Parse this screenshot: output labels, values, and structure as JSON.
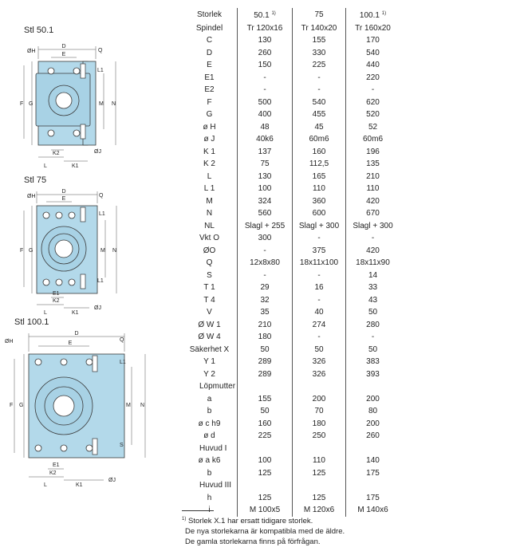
{
  "drawings": {
    "d1": {
      "title": "Stl 50.1",
      "labels": {
        "oh": "ØH",
        "e": "E",
        "d": "D",
        "q": "Q",
        "l1": "L1",
        "f": "F",
        "g": "G",
        "m": "M",
        "n": "N",
        "l": "L",
        "k2": "K2",
        "k1": "K1",
        "oj": "ØJ"
      }
    },
    "d2": {
      "title": "Stl 75",
      "labels": {
        "oh": "ØH",
        "e": "E",
        "d": "D",
        "q": "Q",
        "l1": "L1",
        "f": "F",
        "g": "G",
        "m": "M",
        "n": "N",
        "l": "L",
        "k2": "K2",
        "k1": "K1",
        "oj": "ØJ",
        "e1": "E1"
      }
    },
    "d3": {
      "title": "Stl 100.1",
      "labels": {
        "oh": "ØH",
        "e": "E",
        "d": "D",
        "q": "Q",
        "l1": "L1",
        "f": "F",
        "g": "G",
        "m": "M",
        "n": "N",
        "l": "L",
        "k2": "K2",
        "k1": "K1",
        "oj": "ØJ",
        "e1": "E1",
        "s": "S"
      }
    }
  },
  "table": {
    "columns": [
      {
        "label": "Storlek",
        "sup": ""
      },
      {
        "label": "50.1",
        "sup": "1)"
      },
      {
        "label": "75",
        "sup": ""
      },
      {
        "label": "100.1",
        "sup": "1)"
      }
    ],
    "rows": [
      [
        "Spindel",
        "Tr 120x16",
        "Tr 140x20",
        "Tr 160x20"
      ],
      [
        "C",
        "130",
        "155",
        "170"
      ],
      [
        "D",
        "260",
        "330",
        "540"
      ],
      [
        "E",
        "150",
        "225",
        "440"
      ],
      [
        "E1",
        "-",
        "-",
        "220"
      ],
      [
        "E2",
        "-",
        "-",
        "-"
      ],
      [
        "F",
        "500",
        "540",
        "620"
      ],
      [
        "G",
        "400",
        "455",
        "520"
      ],
      [
        "ø H",
        "48",
        "45",
        "52"
      ],
      [
        "ø J",
        "40k6",
        "60m6",
        "60m6"
      ],
      [
        "K 1",
        "137",
        "160",
        "196"
      ],
      [
        "K 2",
        "75",
        "112,5",
        "135"
      ],
      [
        "L",
        "130",
        "165",
        "210"
      ],
      [
        "L 1",
        "100",
        "110",
        "110"
      ],
      [
        "M",
        "324",
        "360",
        "420"
      ],
      [
        "N",
        "560",
        "600",
        "670"
      ],
      [
        "NL",
        "Slagl + 255",
        "Slagl + 300",
        "Slagl + 300"
      ],
      [
        "Vkt O",
        "300",
        "-",
        "-"
      ],
      [
        "ØO",
        "-",
        "375",
        "420"
      ],
      [
        "Q",
        "12x8x80",
        "18x11x100",
        "18x11x90"
      ],
      [
        "S",
        "-",
        "-",
        "14"
      ],
      [
        "T 1",
        "29",
        "16",
        "33"
      ],
      [
        "T 4",
        "32",
        "-",
        "43"
      ],
      [
        "V",
        "35",
        "40",
        "50"
      ],
      [
        "Ø W 1",
        "210",
        "274",
        "280"
      ],
      [
        "Ø W 4",
        "180",
        "-",
        "-"
      ],
      [
        "Säkerhet X",
        "50",
        "50",
        "50"
      ],
      [
        "Y 1",
        "289",
        "326",
        "383"
      ],
      [
        "Y 2",
        "289",
        "326",
        "393"
      ],
      [
        "Löpmutter",
        "",
        "",
        ""
      ],
      [
        "a",
        "155",
        "200",
        "200"
      ],
      [
        "b",
        "50",
        "70",
        "80"
      ],
      [
        "ø c h9",
        "160",
        "180",
        "200"
      ],
      [
        "ø d",
        "225",
        "250",
        "260"
      ],
      [
        "Huvud I",
        "",
        "",
        ""
      ],
      [
        "ø a k6",
        "100",
        "110",
        "140"
      ],
      [
        "b",
        "125",
        "125",
        "175"
      ],
      [
        "Huvud III",
        "",
        "",
        ""
      ],
      [
        "h",
        "125",
        "125",
        "175"
      ],
      [
        "i",
        "M 100x5",
        "M 120x6",
        "M 140x6"
      ]
    ]
  },
  "footnotes": {
    "marker": "1)",
    "line1": "Storlek X.1 har ersatt tidigare storlek.",
    "line2": "De nya storlekarna är kompatibla med de äldre.",
    "line3": "De gamla storlekarna finns på förfrågan."
  }
}
